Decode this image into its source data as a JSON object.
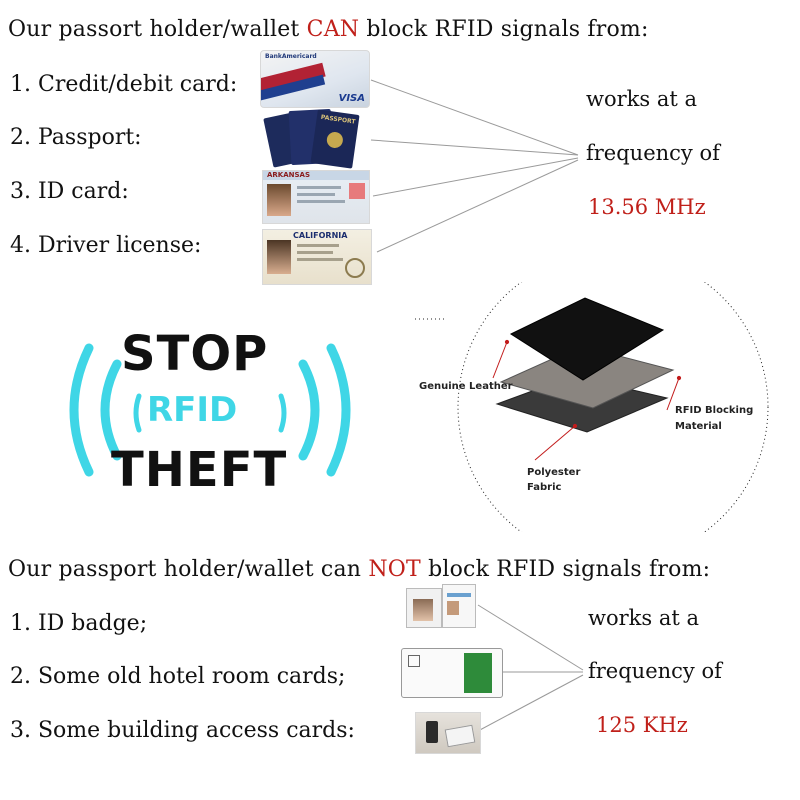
{
  "top_section": {
    "heading_before": "Our passort holder/wallet ",
    "heading_highlight": "CAN",
    "heading_after": " block RFID signals from:",
    "items": [
      "1. Credit/debit card:",
      "2. Passport:",
      "3. ID card:",
      "4. Driver license:"
    ],
    "freq_line1": "works at a",
    "freq_line2": "frequency of",
    "freq_value": "13.56 MHz",
    "thumb_labels": {
      "card_bank": "BankAmericard",
      "card_visa": "VISA",
      "passport": "PASSPORT",
      "id_state": "ARKANSAS",
      "license_state": "CALIFORNIA"
    }
  },
  "middle_section": {
    "logo_top": "STOP",
    "logo_middle": "RFID",
    "logo_bottom": "THEFT",
    "layers": {
      "genuine_leather": "Genuine Leather",
      "rfid_blocking_1": "RFID Blocking",
      "rfid_blocking_2": "Material",
      "polyester_1": "Polyester",
      "polyester_2": "Fabric"
    }
  },
  "bottom_section": {
    "heading_before": "Our passport holder/wallet can ",
    "heading_highlight": "NOT",
    "heading_after": " block RFID signals from:",
    "items": [
      "1. ID badge;",
      "2. Some old hotel room cards;",
      "3. Some building access cards:"
    ],
    "freq_line1": "works at a",
    "freq_line2": "frequency of",
    "freq_value": "125 KHz"
  },
  "colors": {
    "highlight_red": "#c0201a",
    "rfid_cyan": "#3fd6e6"
  }
}
